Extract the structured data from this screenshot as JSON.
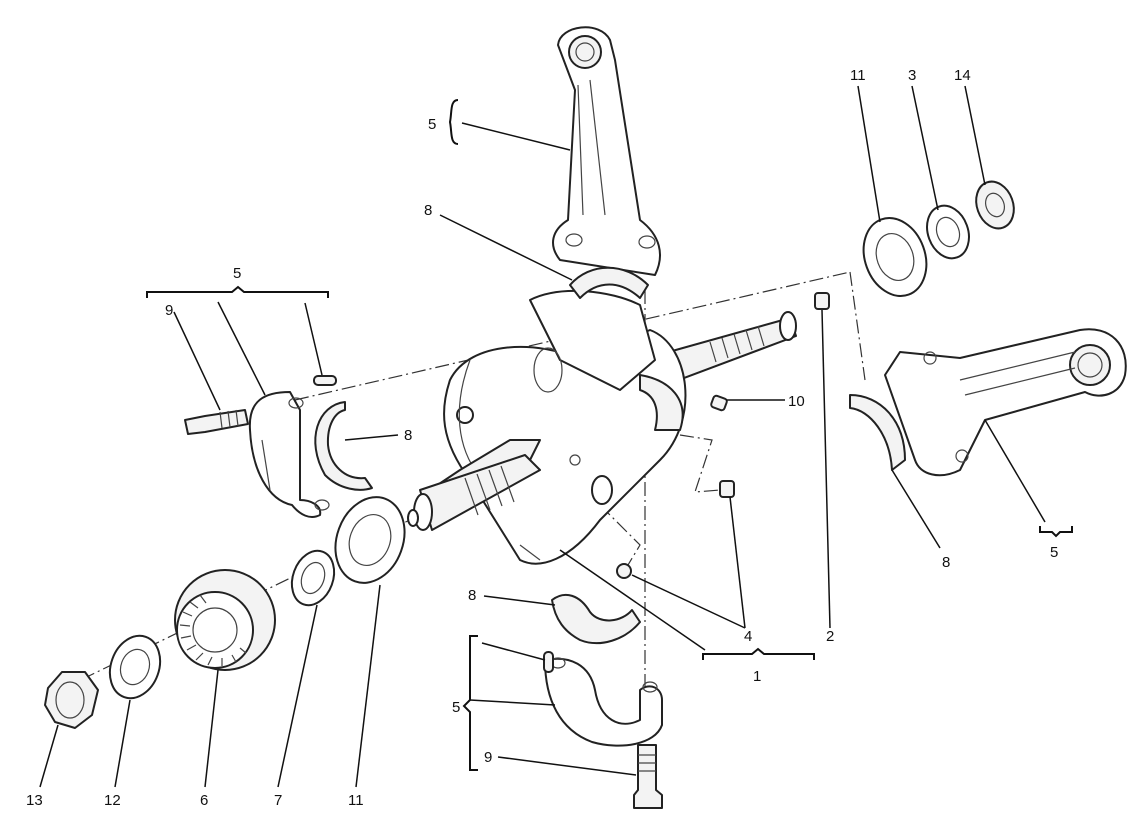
{
  "callouts": {
    "c1": "1",
    "c2": "2",
    "c3": "3",
    "c4": "4",
    "c5_top": "5",
    "c5_left": "5",
    "c5_right": "5",
    "c5_bottom": "5",
    "c6": "6",
    "c7": "7",
    "c8_top": "8",
    "c8_left": "8",
    "c8_right": "8",
    "c8_bottom": "8",
    "c9_left": "9",
    "c9_bottom": "9",
    "c10": "10",
    "c11_top": "11",
    "c11_bottom": "11",
    "c12": "12",
    "c13": "13",
    "c14": "14"
  }
}
